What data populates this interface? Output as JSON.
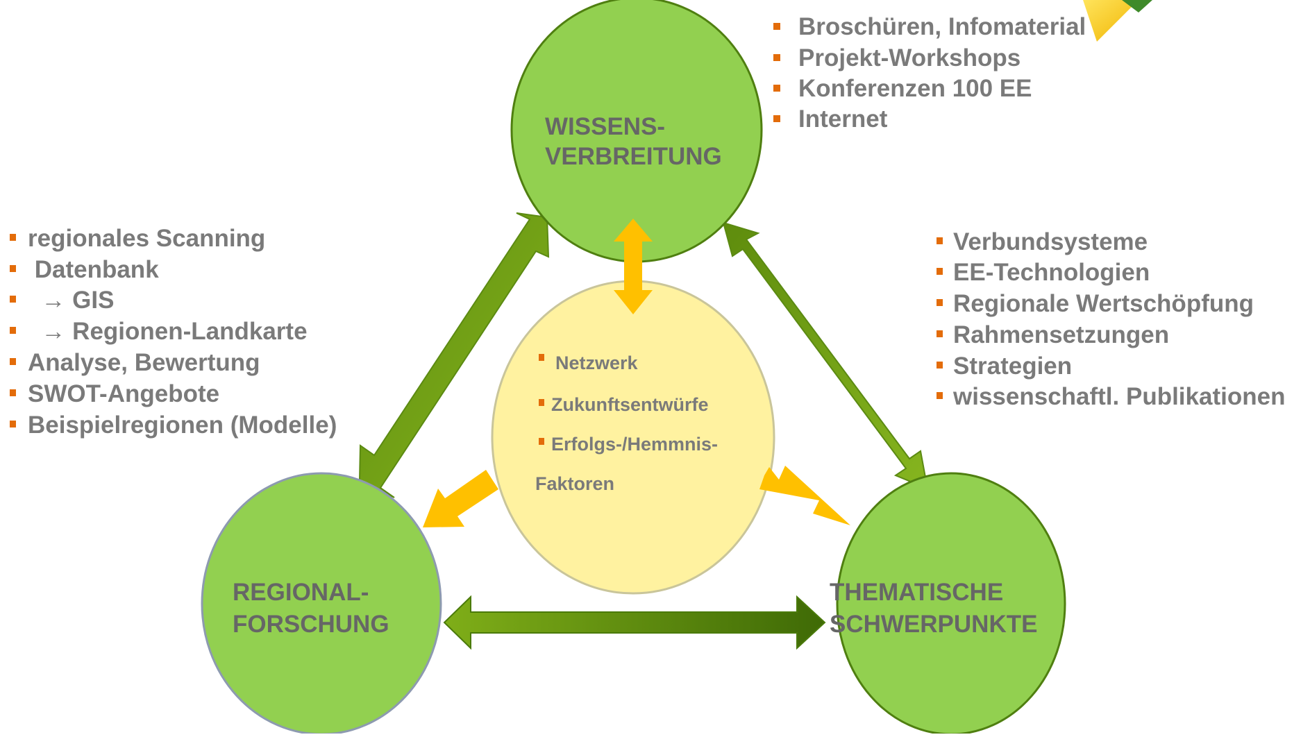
{
  "nodes": {
    "top": {
      "line1": "WISSENS-",
      "line2": "VERBREITUNG"
    },
    "left": {
      "line1": "REGIONAL-",
      "line2": "FORSCHUNG"
    },
    "right": {
      "line1": "THEMATISCHE",
      "line2": "SCHWERPUNKTE"
    },
    "center": {
      "items": [
        "Netzwerk",
        "Zukunftsentwürfe",
        "Erfolgs-/Hemmnis-",
        "Faktoren"
      ]
    }
  },
  "lists": {
    "top_right": [
      "Broschüren, Infomaterial",
      "Projekt-Workshops",
      "Konferenzen 100 EE",
      "Internet"
    ],
    "left": [
      "regionales Scanning",
      " Datenbank",
      "  → GIS",
      "  → Regionen-Landkarte",
      "Analyse, Bewertung",
      "SWOT-Angebote",
      "Beispielregionen (Modelle)"
    ],
    "right": [
      "Verbundsysteme",
      "EE-Technologien",
      "Regionale Wertschöpfung",
      "Rahmensetzungen",
      "Strategien",
      "wissenschaftl. Publikationen"
    ]
  },
  "colors": {
    "circle_fill": "#92d050",
    "circle_stroke": "#4f7f10",
    "center_fill": "#fff2a0",
    "bullet": "#e36c0a",
    "arrow_green": "#6e9e12",
    "arrow_orange": "#ffc000"
  }
}
